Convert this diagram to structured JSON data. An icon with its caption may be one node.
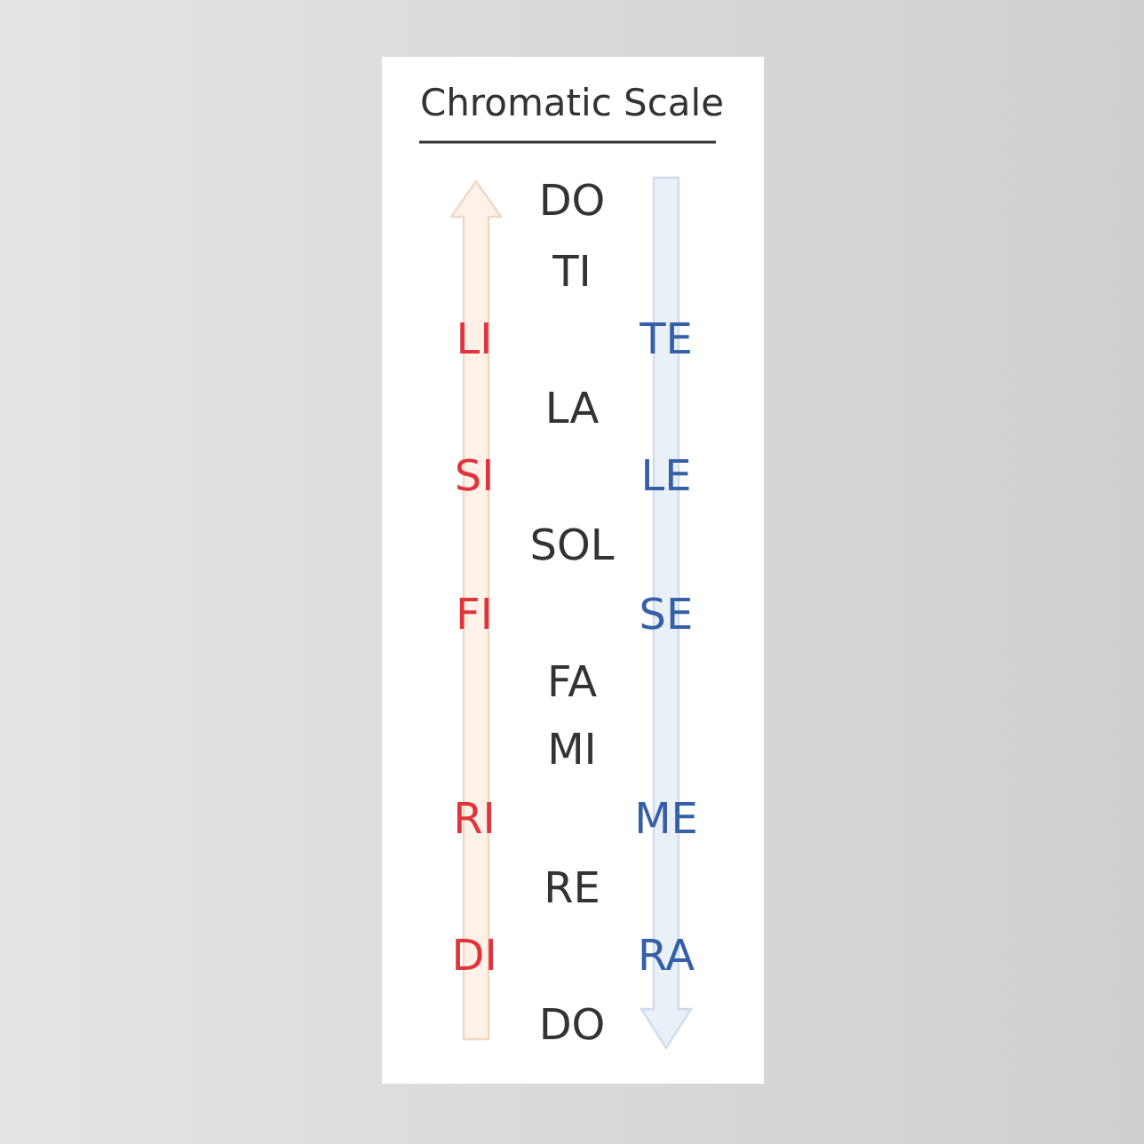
{
  "diagram": {
    "title": "Chromatic Scale",
    "labels": [
      "DO",
      "TI",
      "LI",
      "TE",
      "LA",
      "SI",
      "LE",
      "SOL",
      "FI",
      "SE",
      "FA",
      "MI",
      "RI",
      "ME",
      "RE",
      "DI",
      "RA",
      "DO"
    ]
  }
}
